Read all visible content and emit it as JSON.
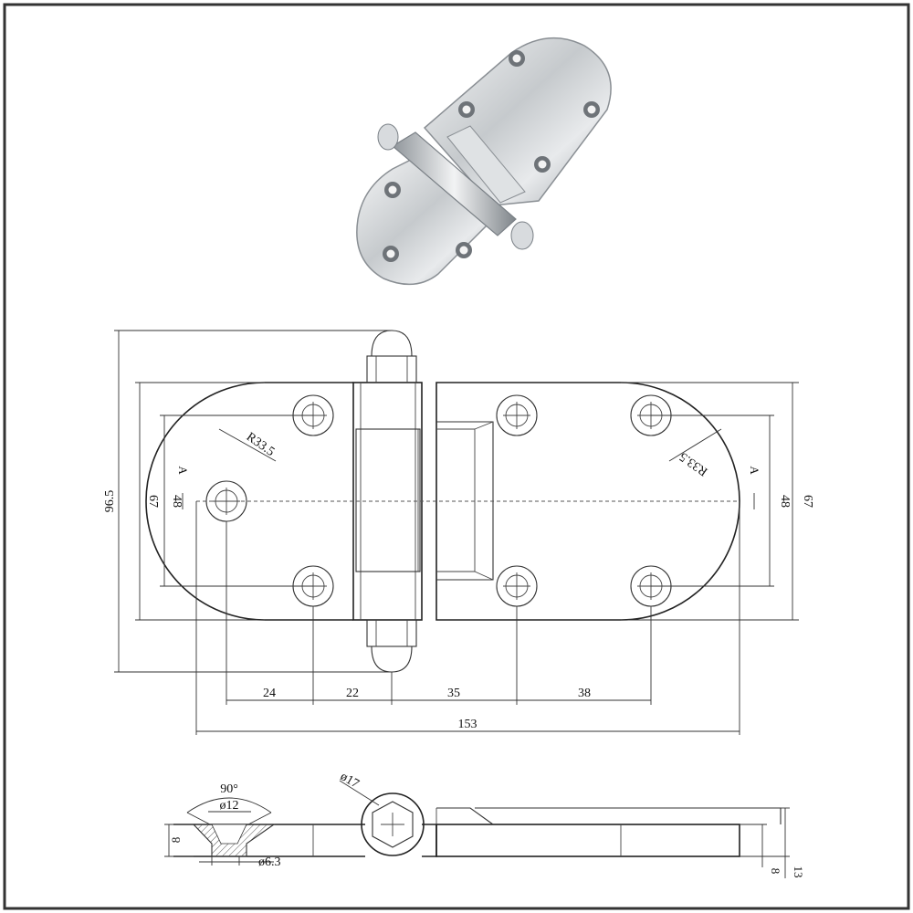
{
  "photo": {
    "icon": "hinge-photo-icon"
  },
  "dimensions": {
    "total_height": "96.5",
    "plate_height_left": "67",
    "hole_spacing_left": "48",
    "plate_height_right": "67",
    "hole_spacing_right": "48",
    "radius_left": "R33.5",
    "radius_right": "R33.5",
    "section_marker_left": "A",
    "section_marker_right": "A",
    "seg_1": "24",
    "seg_2": "22",
    "seg_3": "35",
    "seg_4": "38",
    "total_length": "153",
    "angle": "90°",
    "countersink_dia": "ø12",
    "hole_dia": "ø6.3",
    "knuckle_dia": "ø17",
    "thickness_left": "8",
    "thickness_right": "8",
    "total_thickness": "13"
  },
  "colors": {
    "line": "#222222",
    "frame": "#333333",
    "steel": "#c9cdd1"
  }
}
